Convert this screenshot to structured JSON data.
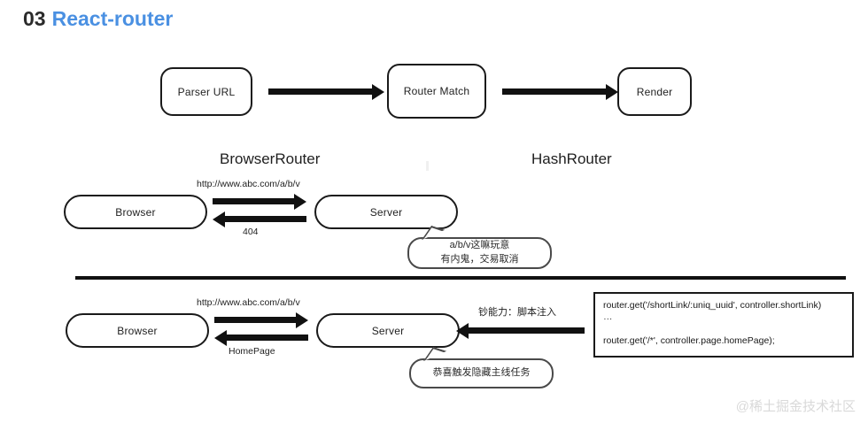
{
  "slide": {
    "number": "03",
    "title": "React-router"
  },
  "flow": {
    "steps": [
      {
        "label": "Parser URL"
      },
      {
        "label": "Router Match"
      },
      {
        "label": "Render"
      }
    ]
  },
  "sections": {
    "browser_router_heading": "BrowserRouter",
    "hash_router_heading": "HashRouter"
  },
  "browser_router": {
    "client_node": "Browser",
    "server_node": "Server",
    "request_label": "http://www.abc.com/a/b/v",
    "response_label": "404",
    "bubble_lines": [
      "a/b/v这嘛玩意",
      "有内鬼，交易取消"
    ]
  },
  "hash_router": {
    "client_node": "Browser",
    "server_node": "Server",
    "request_label": "http://www.abc.com/a/b/v",
    "response_label": "HomePage",
    "injection_note": "钞能力：脚本注入",
    "bubble_lines": [
      "恭喜触发隐藏主线任务"
    ],
    "code_lines": [
      "router.get('/shortLink/:uniq_uuid', controller.shortLink)",
      "…",
      "router.get('/*', controller.page.homePage);"
    ]
  },
  "watermark": {
    "text": "@稀土掘金技术社区"
  },
  "colors": {
    "accent": "#4a90e2",
    "ink": "#1a1a1a",
    "watermark": "#d9d9d9"
  }
}
